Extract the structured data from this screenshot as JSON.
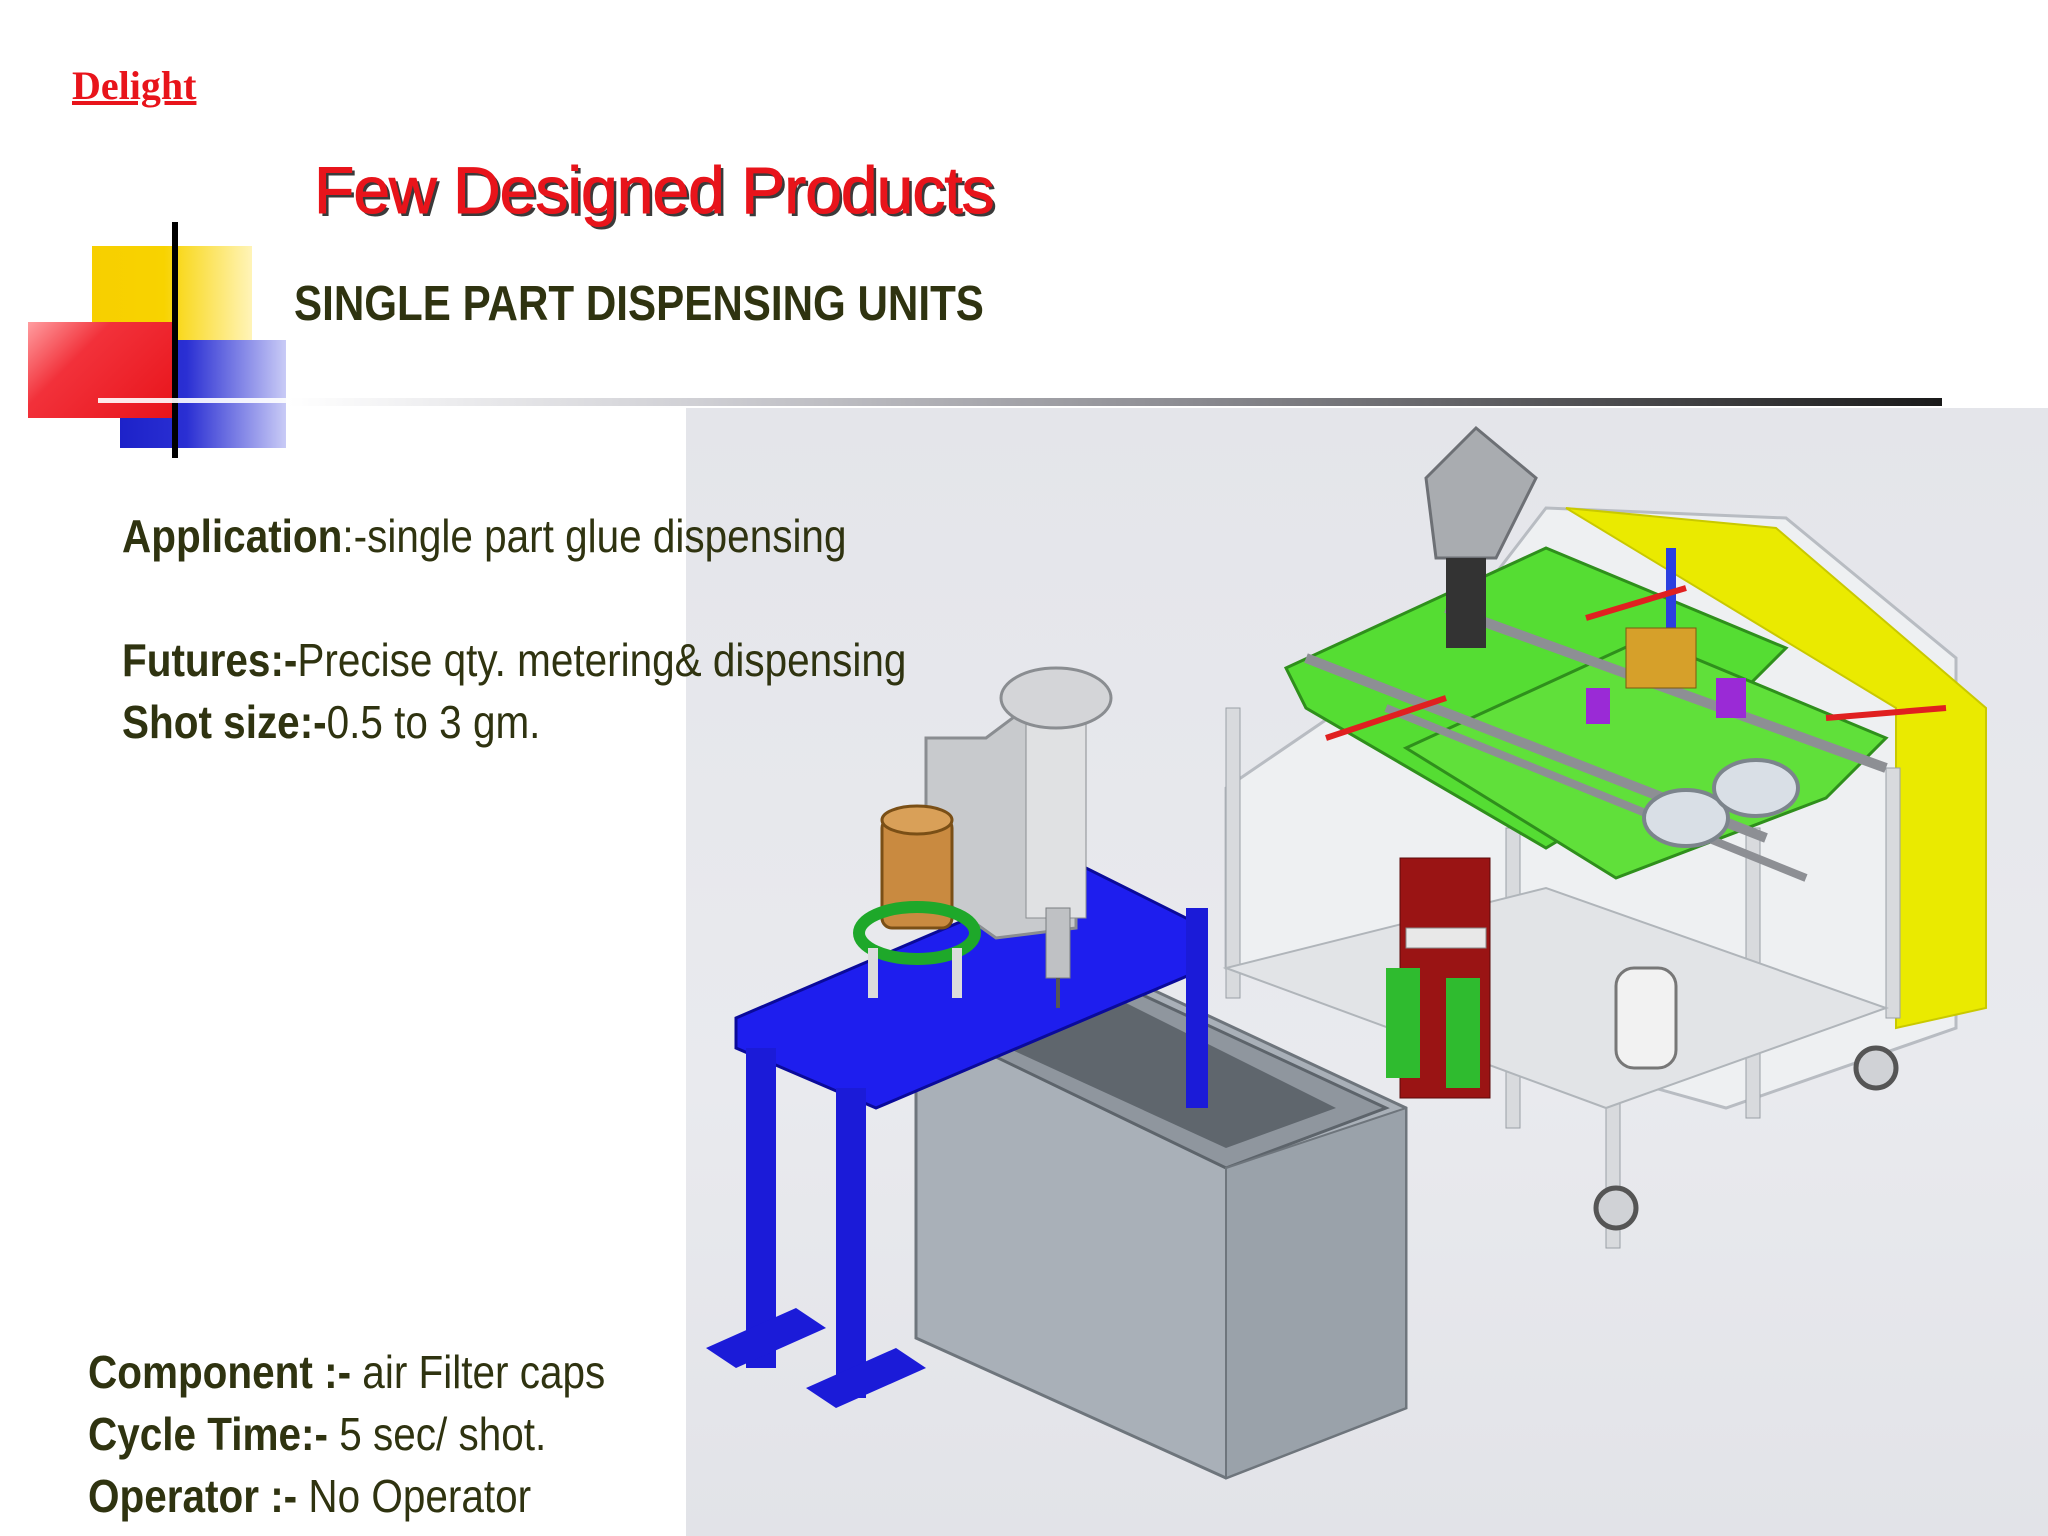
{
  "logo": {
    "text": "Delight"
  },
  "slide": {
    "title": "Few Designed Products",
    "subtitle": "SINGLE PART DISPENSING UNITS"
  },
  "specs": {
    "application": {
      "label": "Application",
      "value": ":-single part  glue dispensing"
    },
    "futures": {
      "label": "Futures:-",
      "value": "Precise qty. metering& dispensing"
    },
    "shot_size": {
      "label": "Shot size:-",
      "value": "0.5 to 3 gm."
    },
    "component": {
      "label": "Component :-",
      "value": " air Filter caps"
    },
    "cycle_time": {
      "label": "Cycle Time:-",
      "value": " 5 sec/ shot."
    },
    "operator": {
      "label": "Operator :-",
      "value": " No Operator"
    }
  },
  "colors": {
    "title_red": "#e8141b",
    "text_olive": "#2f3310",
    "accent_yellow": "#f7cf00",
    "accent_blue": "#1d22c9"
  }
}
